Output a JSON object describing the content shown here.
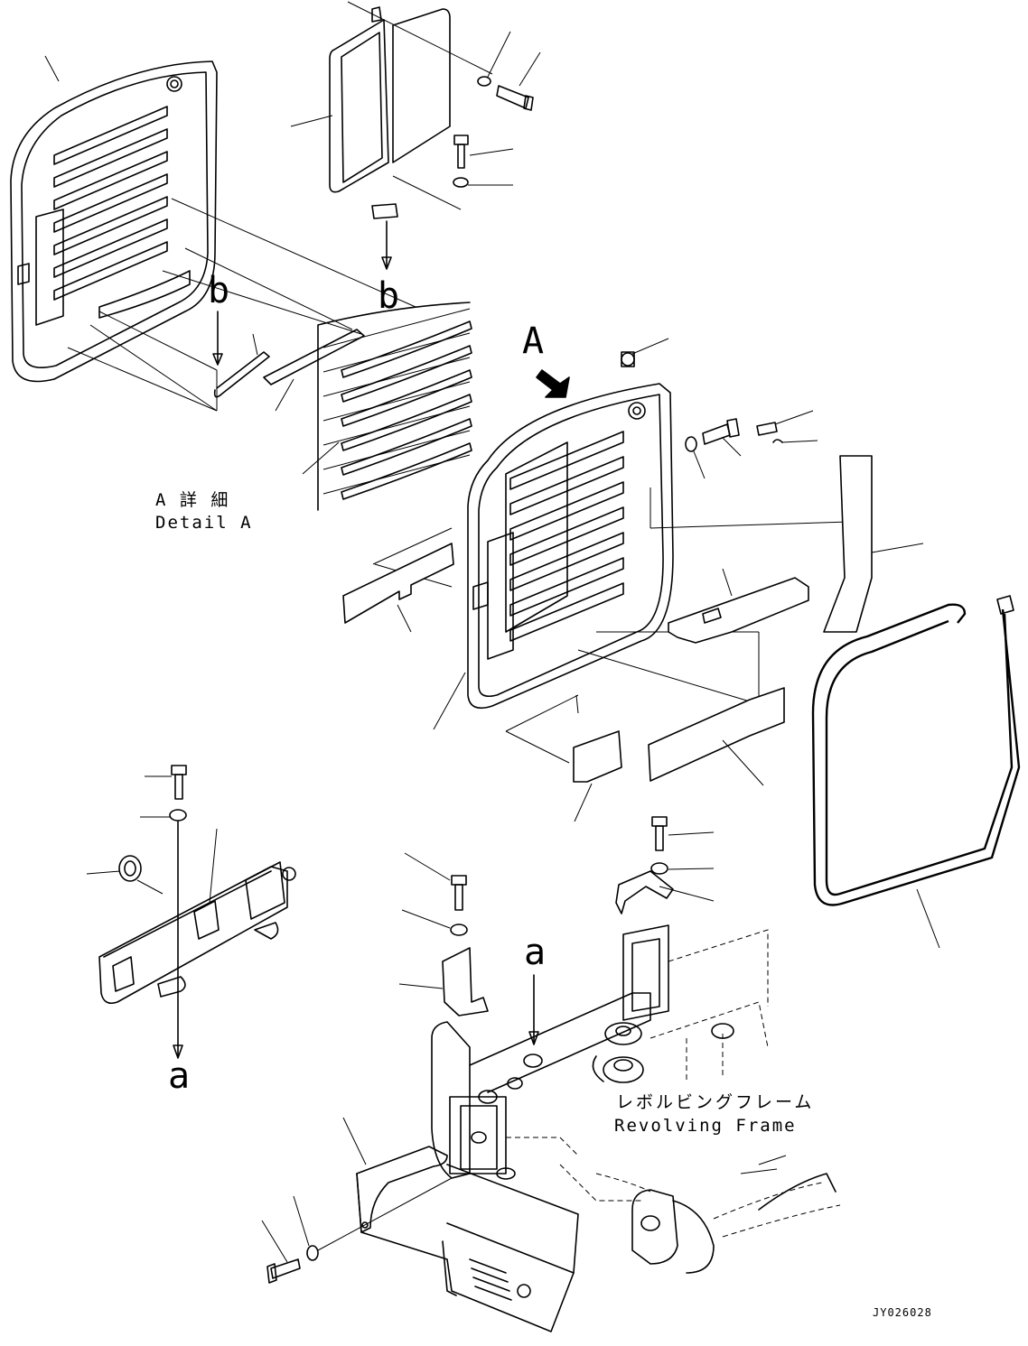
{
  "labels": {
    "ref_b_top": "b",
    "ref_b_left": "b",
    "ref_a_frame": "a",
    "ref_a_left": "a",
    "view_a": "A"
  },
  "detail_a": {
    "jp": "A 詳 細",
    "en": "Detail A"
  },
  "revolving_frame": {
    "jp": "レボルビングフレーム",
    "en": "Revolving Frame"
  },
  "drawing_code": "JY026028"
}
